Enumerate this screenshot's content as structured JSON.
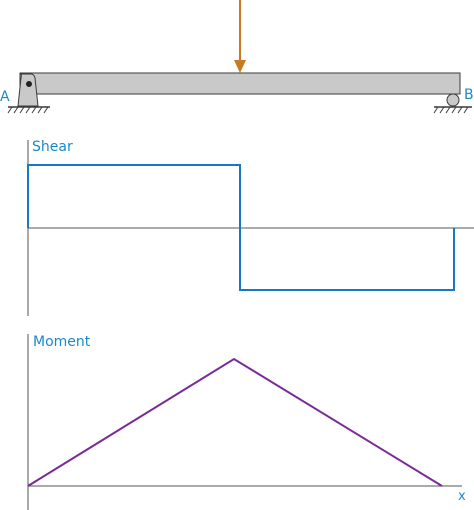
{
  "labels": {
    "support_a": "A",
    "support_b": "B",
    "shear_title": "Shear",
    "moment_title": "Moment",
    "x_axis": "x"
  },
  "colors": {
    "beam_fill": "#c9c9c9",
    "beam_stroke": "#3a3a3a",
    "load_arrow": "#c77a1e",
    "shear_line": "#1a78c2",
    "moment_line": "#7a2a96",
    "axis": "#555555",
    "label_text": "#1a8ac9"
  },
  "icons": {
    "pin_support": "pin-support-icon",
    "roller_support": "roller-support-icon",
    "ground": "ground-hatch-icon",
    "load": "down-arrow-icon"
  }
}
